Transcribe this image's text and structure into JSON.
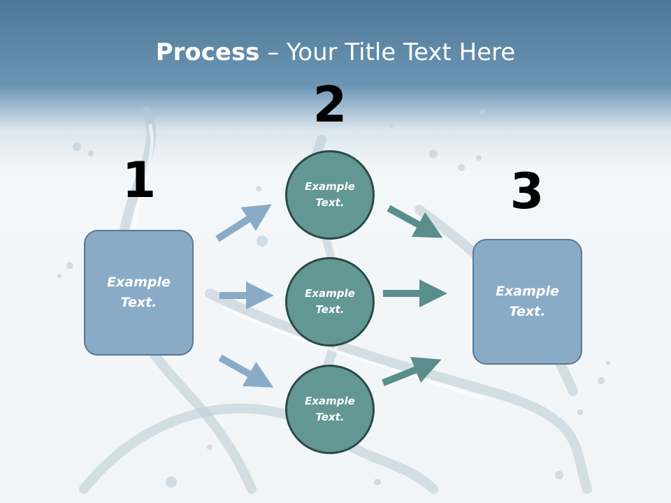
{
  "title": {
    "bold": "Process",
    "rest": " – Your Title Text Here"
  },
  "steps": [
    {
      "number": "1"
    },
    {
      "number": "2"
    },
    {
      "number": "3"
    }
  ],
  "left_box": {
    "text": "Example\nText."
  },
  "right_box": {
    "text": "Example\nText."
  },
  "circles": [
    {
      "text": "Example\nText."
    },
    {
      "text": "Example\nText."
    },
    {
      "text": "Example\nText."
    }
  ],
  "colors": {
    "box_fill": "#8aabc6",
    "circle_fill": "#639794",
    "left_arrow": "#8aabc6",
    "right_arrow": "#5a8e8c"
  }
}
